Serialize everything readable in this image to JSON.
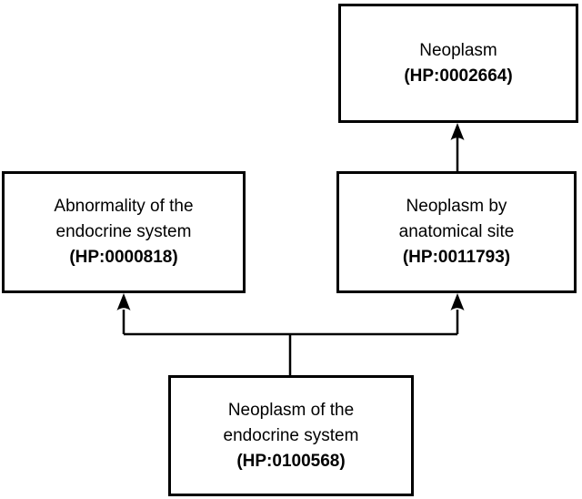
{
  "diagram": {
    "kind": "ontology-hierarchy",
    "background_color": "#ffffff",
    "line_color": "#000000",
    "text_color": "#000000",
    "nodes": [
      {
        "key": "neoplasm",
        "name": "Neoplasm",
        "id": "(HP:0002664)"
      },
      {
        "key": "abnormality",
        "name": "Abnormality of the\nendocrine system",
        "id": "(HP:0000818)"
      },
      {
        "key": "anatomical",
        "name": "Neoplasm by\nanatomical site",
        "id": "(HP:0011793)"
      },
      {
        "key": "endocrine",
        "name": "Neoplasm of the\nendocrine system",
        "id": "(HP:0100568)"
      }
    ],
    "edges": [
      {
        "from": "(HP:0011793)",
        "to": "(HP:0002664)"
      },
      {
        "from": "(HP:0100568)",
        "to": "(HP:0000818)"
      },
      {
        "from": "(HP:0100568)",
        "to": "(HP:0011793)"
      }
    ]
  }
}
